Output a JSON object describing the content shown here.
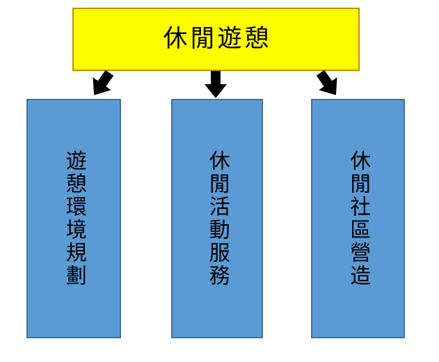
{
  "diagram": {
    "root_label": "休閒遊憩",
    "children": [
      {
        "label": "遊憩環境規劃"
      },
      {
        "label": "休閒活動服務"
      },
      {
        "label": "休閒社區營造"
      }
    ],
    "arrows": [
      {
        "name": "down-left-arrow-icon",
        "direction": "down-left"
      },
      {
        "name": "down-arrow-icon",
        "direction": "down"
      },
      {
        "name": "down-right-arrow-icon",
        "direction": "down-right"
      }
    ],
    "colors": {
      "background": "#FFFFFF",
      "root_fill": "#FFFF00",
      "root_border": "#BF9000",
      "child_fill": "#5B9BD5",
      "child_border": "#41719C",
      "arrow": "#000000",
      "text": "#000000"
    }
  }
}
